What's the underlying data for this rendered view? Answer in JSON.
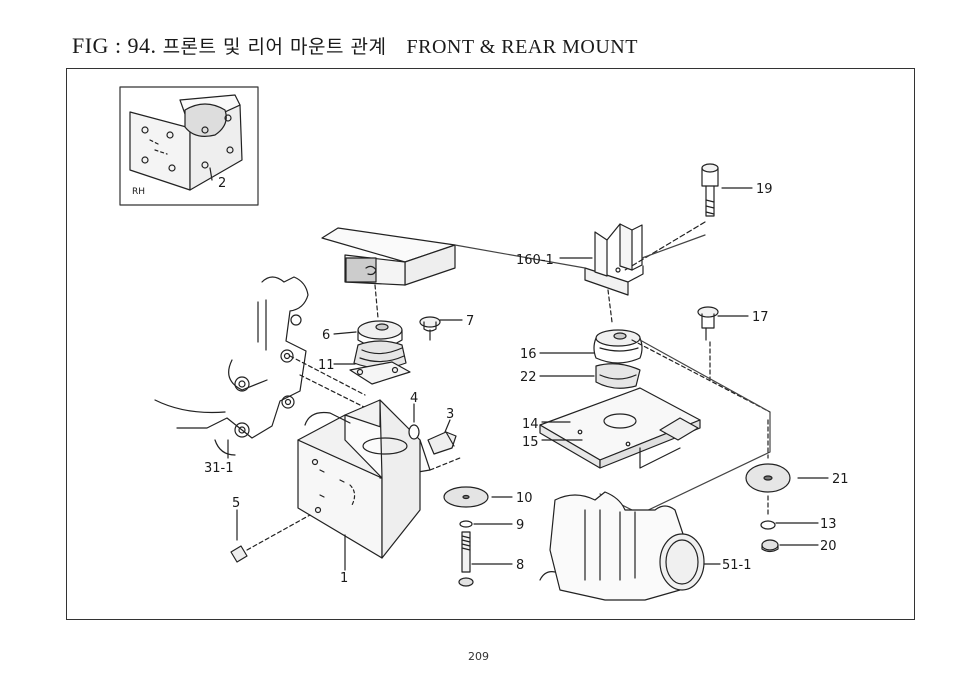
{
  "figure": {
    "number": "FIG : 94.",
    "title_korean": "프론트 및 리어 마운트 관계",
    "title_english": "FRONT & REAR MOUNT"
  },
  "inset_label": "RH",
  "callouts": {
    "c1": "1",
    "c2": "2",
    "c3": "3",
    "c4": "4",
    "c5": "5",
    "c6": "6",
    "c7": "7",
    "c8": "8",
    "c9": "9",
    "c10": "10",
    "c11": "11",
    "c13": "13",
    "c14": "14",
    "c15": "15",
    "c16": "16",
    "c17": "17",
    "c19": "19",
    "c20": "20",
    "c21": "21",
    "c22": "22",
    "c31_1": "31-1",
    "c51_1": "51-1",
    "c160_1": "160-1"
  },
  "page_number": "209"
}
